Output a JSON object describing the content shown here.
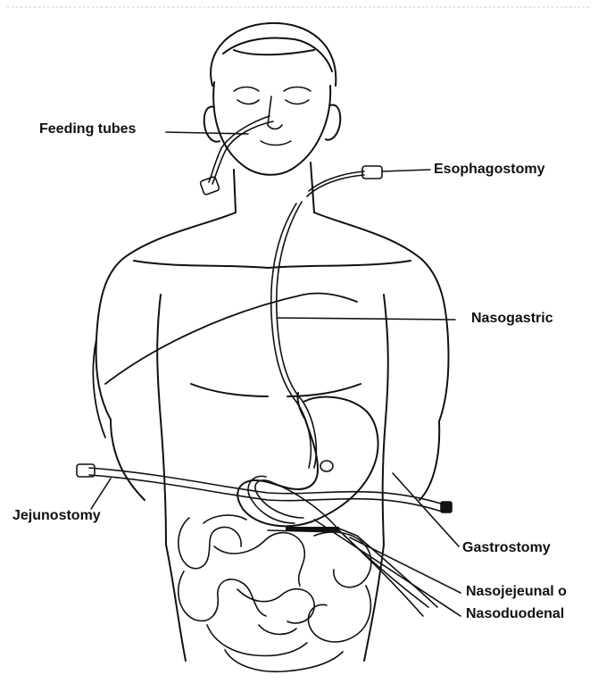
{
  "labels": {
    "feeding_tubes": "Feeding tubes",
    "esophagostomy": "Esophagostomy",
    "nasogastric": "Nasogastric",
    "jejunostomy": "Jejunostomy",
    "gastrostomy": "Gastrostomy",
    "nasojejeunal": "Nasojejeunal o",
    "nasoduodenal": "Nasoduodenal"
  },
  "colors": {
    "ink": "#111111",
    "background": "#ffffff"
  }
}
